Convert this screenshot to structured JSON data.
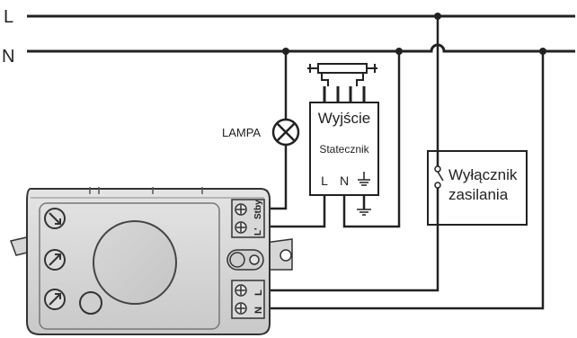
{
  "diagram": {
    "rail_labels": {
      "live": "L",
      "neutral": "N"
    },
    "lamp_label": "LAMPA",
    "ballast": {
      "output_label": "Wyjście",
      "name": "Statecznik",
      "terminal_l": "L",
      "terminal_n": "N"
    },
    "switch": {
      "line1": "Wyłącznik",
      "line2": "zasilania"
    },
    "sensor": {
      "terminal_l_prime": "L'",
      "terminal_stby": "Stby",
      "terminal_l": "L",
      "terminal_n": "N"
    }
  }
}
